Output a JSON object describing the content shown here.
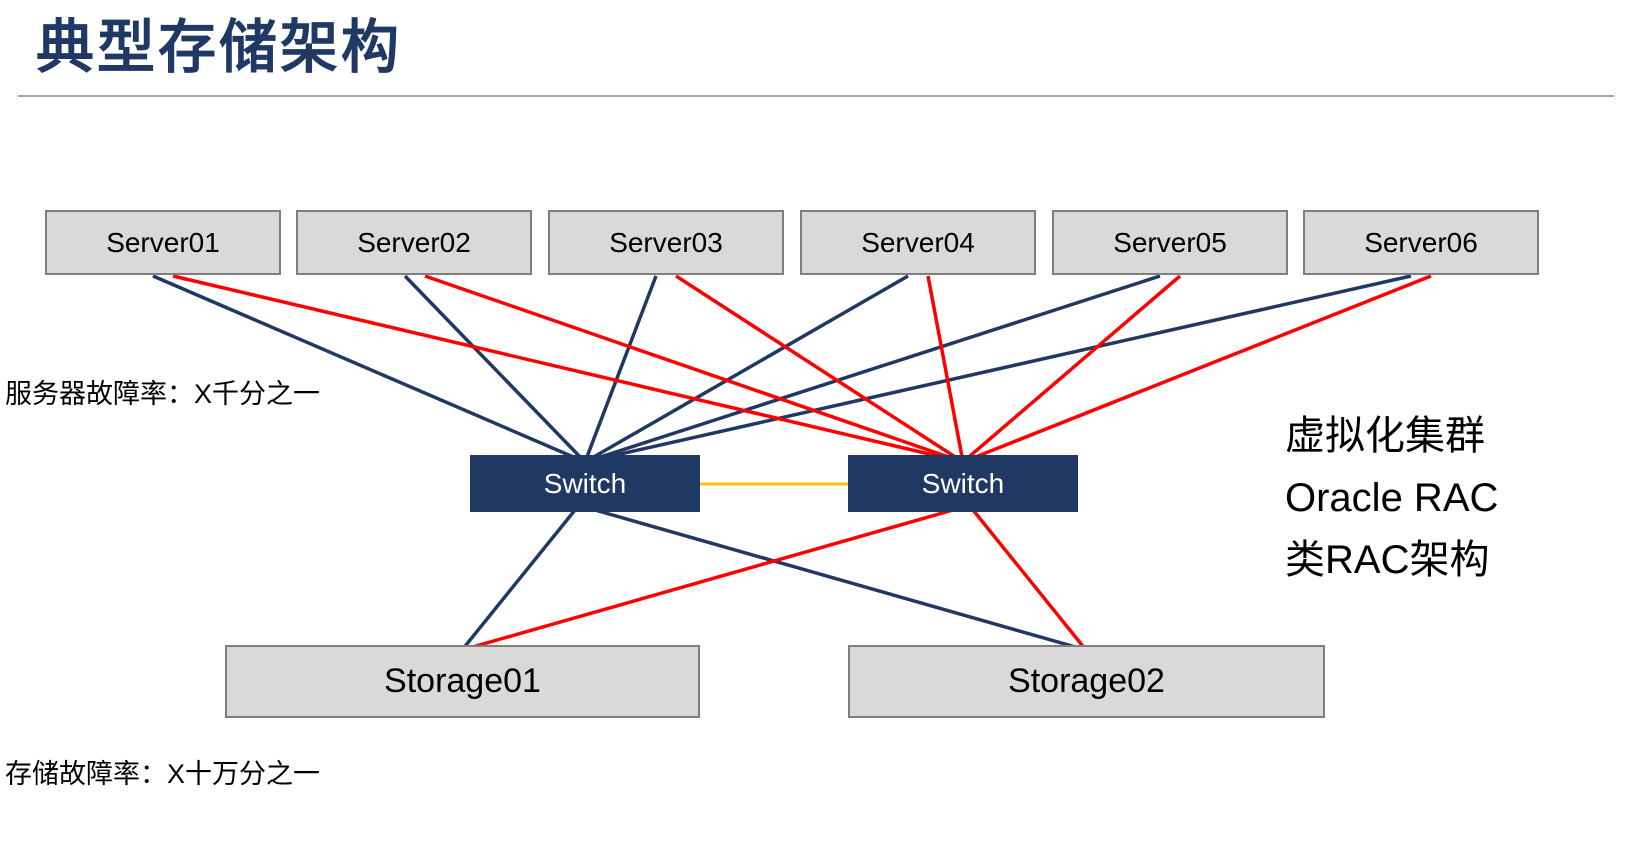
{
  "title": "典型存储架构",
  "servers": [
    {
      "label": "Server01"
    },
    {
      "label": "Server02"
    },
    {
      "label": "Server03"
    },
    {
      "label": "Server04"
    },
    {
      "label": "Server05"
    },
    {
      "label": "Server06"
    }
  ],
  "switches": [
    {
      "label": "Switch"
    },
    {
      "label": "Switch"
    }
  ],
  "storages": [
    {
      "label": "Storage01"
    },
    {
      "label": "Storage02"
    }
  ],
  "annotations": {
    "server_failure_rate": "服务器故障率：X千分之一",
    "storage_failure_rate": "存储故障率：X十万分之一",
    "right_note_lines": [
      "虚拟化集群",
      "Oracle RAC",
      "类RAC架构"
    ]
  },
  "colors": {
    "navy_link": "#1F3864",
    "red_link": "#FF0000",
    "inter_switch_link": "#FFC000",
    "switch_fill": "#1F3864",
    "node_fill": "#D9D9D9",
    "node_border": "#7F7F7F",
    "title_color": "#1F3864"
  }
}
